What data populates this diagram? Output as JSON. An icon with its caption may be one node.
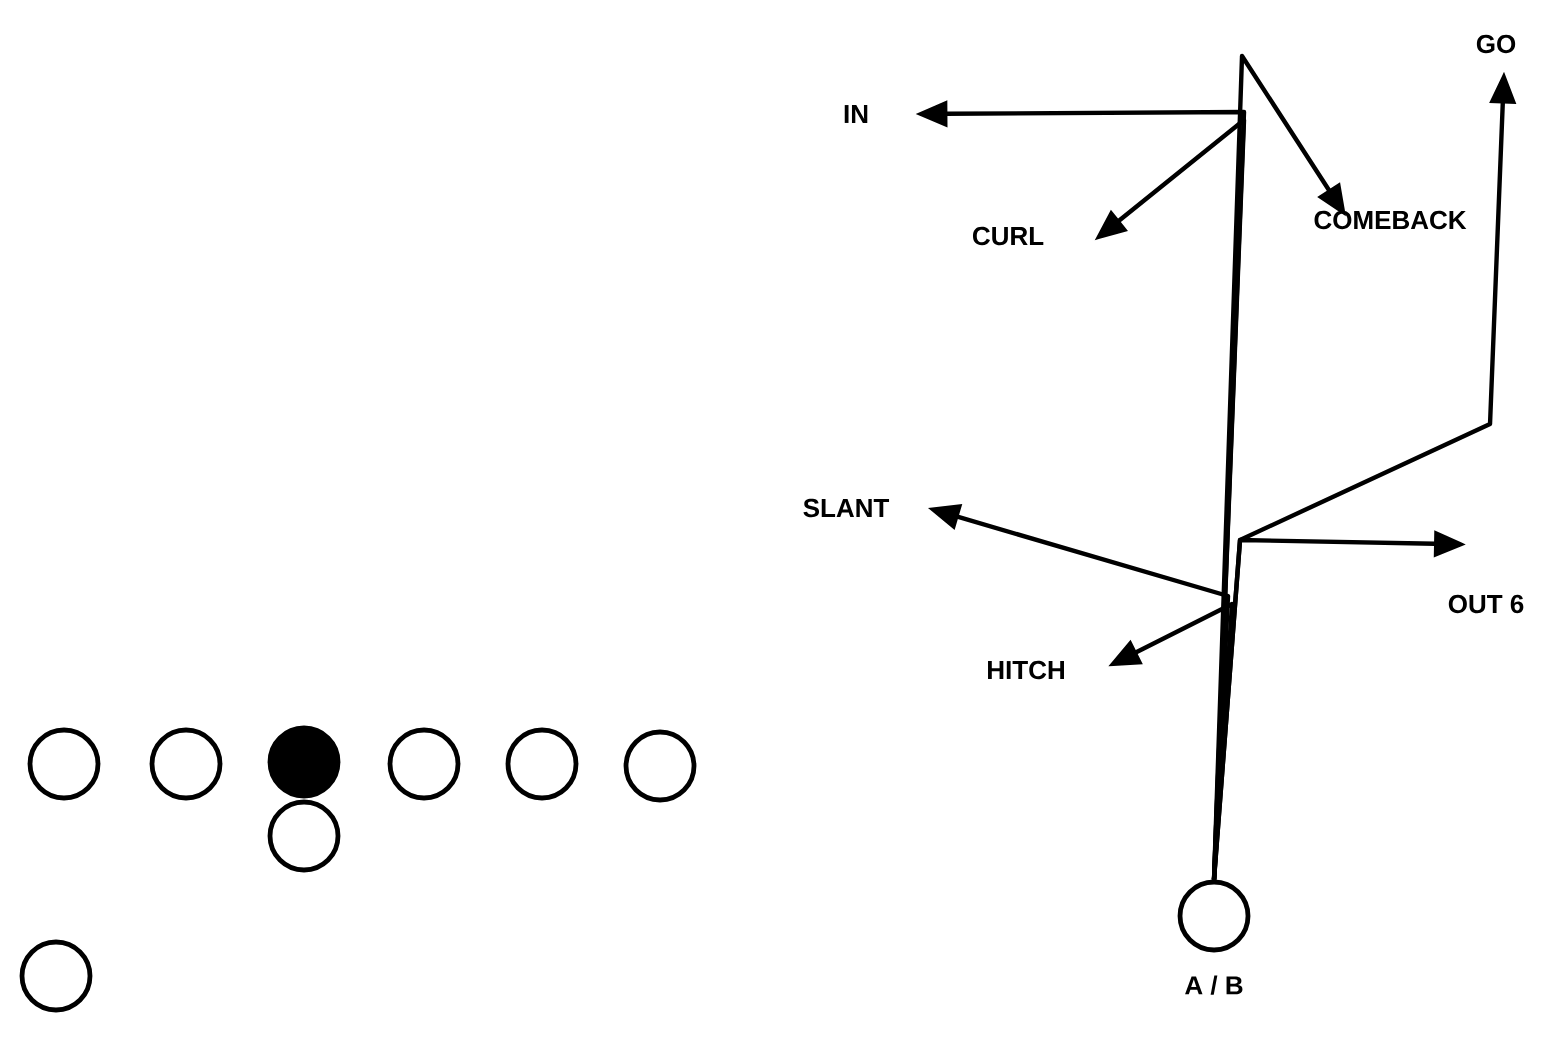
{
  "diagram": {
    "nodes": [
      {
        "text": [],
        "shape": "circle"
      },
      {
        "text": [],
        "shape": "circle"
      },
      {
        "text": [],
        "shape": "dot"
      },
      {
        "text": [],
        "shape": "circle"
      },
      {
        "text": [],
        "shape": "circle"
      },
      {
        "text": [],
        "shape": "circle"
      },
      {
        "text": [],
        "shape": "circle"
      },
      {
        "text": [],
        "shape": "circle"
      },
      {
        "text": [],
        "shape": "circle",
        "beside": [
          "A / B"
        ]
      },
      {
        "text": [
          "IN"
        ]
      },
      {
        "text": [
          "CURL"
        ]
      },
      {
        "text": [
          "COMEBACK"
        ]
      },
      {
        "text": [
          "GO"
        ]
      },
      {
        "text": [
          "SLANT"
        ]
      },
      {
        "text": [
          "HITCH"
        ]
      },
      {
        "text": [
          "OUT 6"
        ]
      }
    ],
    "edges": [
      {
        "from": 8,
        "to": 9,
        "arrow": "to"
      },
      {
        "from": 8,
        "to": 10,
        "arrow": "to"
      },
      {
        "from": 8,
        "to": 11,
        "arrow": "to"
      },
      {
        "from": 8,
        "to": 12,
        "arrow": "to"
      },
      {
        "from": 8,
        "to": 13,
        "arrow": "to"
      },
      {
        "from": 8,
        "to": 14,
        "arrow": "to"
      },
      {
        "from": 8,
        "to": 15,
        "arrow": "to"
      }
    ]
  }
}
